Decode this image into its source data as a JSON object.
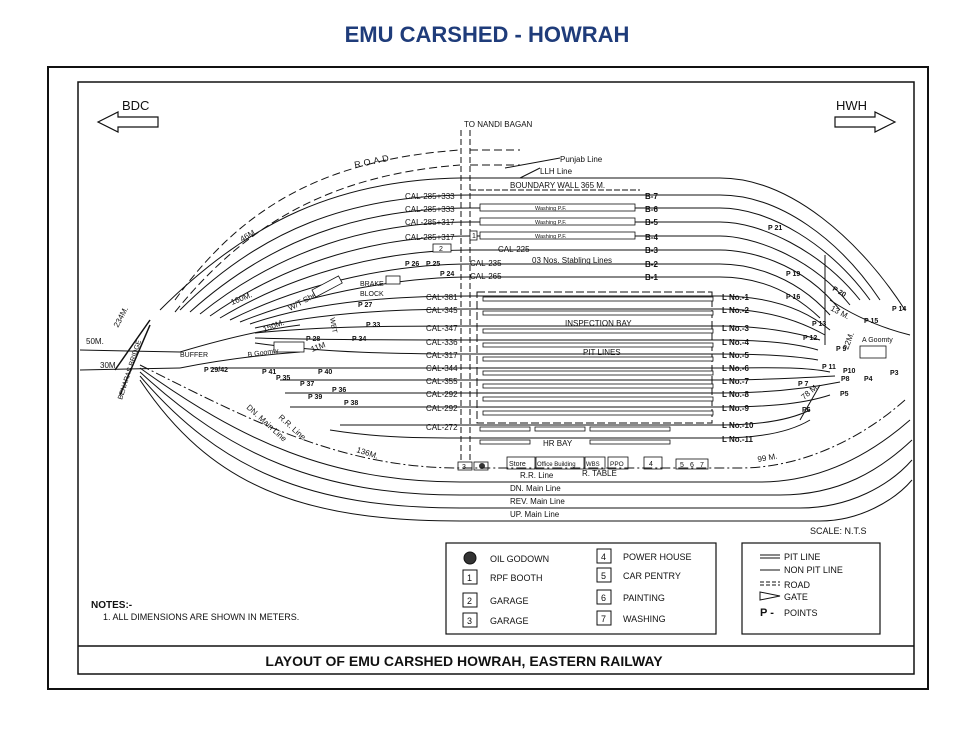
{
  "page_title": "EMU CARSHED - HOWRAH",
  "directions": {
    "left": "BDC",
    "right": "HWH"
  },
  "top_label": "TO NANDI BAGAN",
  "road_label": "ROAD",
  "punjab_line": "Punjab Line",
  "llh_line": "LLH Line",
  "boundary_wall": "BOUNDARY WALL  365 M.",
  "dims": {
    "d46": "46M.",
    "d160": "160M.",
    "d234": "234M.",
    "d50": "50M.",
    "d30": "30M.",
    "d150": "150M.",
    "d11": "11M",
    "d136": "136M.",
    "d99": "99 M.",
    "d13": "13 M.",
    "d22": "22M.",
    "d78": "78 M."
  },
  "benaras_bridge": "BENARAS BRIDGE",
  "buffer": "BUFFER",
  "b_goomty": "B Goomty",
  "a_goomty": "A Goomty",
  "wt_shed": "W/T Shed",
  "wbt": "WBT",
  "brake_block": [
    "BRAKE",
    "BLOCK"
  ],
  "rr_line": "R.R. Line",
  "dn_main_line_diag": "DN. Main Line",
  "cal_labels": [
    "CAL-285+333",
    "CAL-285+333",
    "CAL-285+317",
    "CAL-285+317",
    "CAL-225",
    "CAL-235",
    "CAL-265",
    "CAL-381",
    "CAL-345",
    "CAL-347",
    "CAL-336",
    "CAL-317",
    "CAL-344",
    "CAL-355",
    "CAL-292",
    "CAL-292",
    "CAL-272"
  ],
  "b_labels": [
    "B-7",
    "B-6",
    "B-5",
    "B-4",
    "B-3",
    "B-2",
    "B-1"
  ],
  "l_labels": [
    "L No.-1",
    "L No.-2",
    "L No.-3",
    "L No.-4",
    "L No.-5",
    "L No.-6",
    "L No.-7",
    "L No.-8",
    "L No.-9",
    "L No.-10",
    "L No.-11"
  ],
  "washing_pf": "Washing P.F.",
  "stabling_lines": "03 Nos. Stabling Lines",
  "inspection_bay": "INSPECTION BAY",
  "pit_lines": "PIT LINES",
  "hr_bay": "HR BAY",
  "store": "Store",
  "office_building": "Office Building",
  "wbs": "WBS",
  "ppo": "PPO",
  "r_table": "R. TABLE",
  "rr_line_bottom": "R.R. Line",
  "main_lines": [
    "DN. Main Line",
    "REV. Main Line",
    "UP. Main Line"
  ],
  "points": {
    "p26": "P 26",
    "p25": "P 25",
    "p24": "P 24",
    "p27": "P 27",
    "p33": "P 33",
    "p28": "P 28",
    "p34": "P 34",
    "p2942": "P 29/42",
    "p41": "P 41",
    "p40": "P 40",
    "p35": "P 35",
    "p37": "P 37",
    "p36": "P 36",
    "p39": "P 39",
    "p38": "P 38",
    "p21": "P 21",
    "p19": "P 19",
    "p16": "P 16",
    "p20": "P 20",
    "p14": "P 14",
    "p15": "P 15",
    "p13": "P 13",
    "p12": "P 12",
    "p9": "P 9",
    "p11": "P 11",
    "p10": "P10",
    "p8": "P8",
    "p4": "P4",
    "p3": "P3",
    "p7": "P 7",
    "p5": "P5",
    "p6": "P6"
  },
  "building_numbers": {
    "b1": "1",
    "b2": "2",
    "b3": "3",
    "b4": "4",
    "b5": "5",
    "b6": "6",
    "b7": "7"
  },
  "scale": "SCALE: N.T.S",
  "legend": {
    "oil_godown": "OIL GODOWN",
    "items": [
      {
        "num": "1",
        "label": "RPF BOOTH"
      },
      {
        "num": "2",
        "label": "GARAGE"
      },
      {
        "num": "3",
        "label": "GARAGE"
      },
      {
        "num": "4",
        "label": "POWER HOUSE"
      },
      {
        "num": "5",
        "label": "CAR PENTRY"
      },
      {
        "num": "6",
        "label": "PAINTING"
      },
      {
        "num": "7",
        "label": "WASHING"
      }
    ]
  },
  "key": {
    "pit_line": "PIT LINE",
    "non_pit_line": "NON PIT LINE",
    "road": "ROAD",
    "gate": "GATE",
    "p_symbol": "P -",
    "points": "POINTS"
  },
  "notes": {
    "heading": "NOTES:-",
    "line1": "1. ALL DIMENSIONS ARE SHOWN IN METERS."
  },
  "footer_title": "LAYOUT OF EMU CARSHED HOWRAH, EASTERN RAILWAY"
}
